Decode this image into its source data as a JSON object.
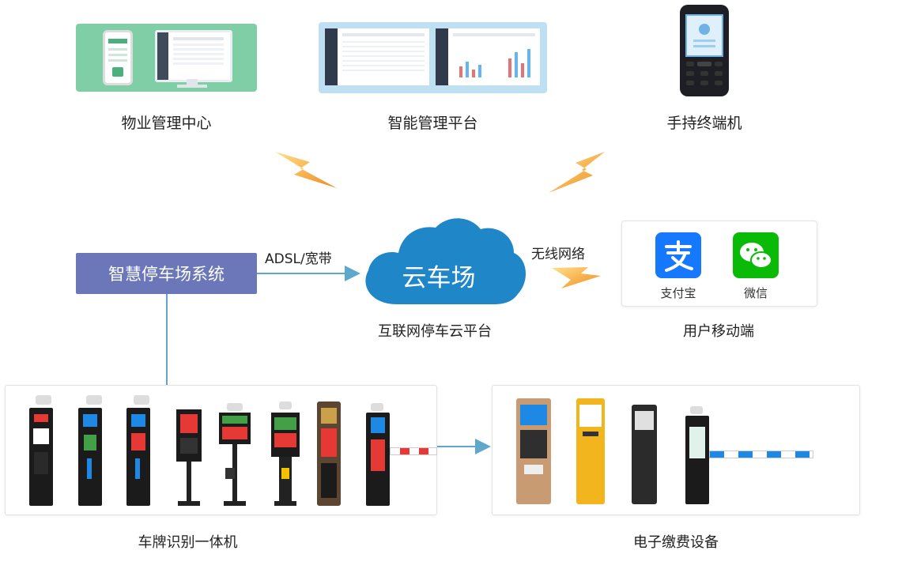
{
  "nodes": {
    "property_center": {
      "label": "物业管理中心"
    },
    "smart_platform": {
      "label": "智能管理平台"
    },
    "handheld": {
      "label": "手持终端机"
    },
    "parking_system": {
      "label": "智慧停车场系统"
    },
    "cloud": {
      "text": "云车场",
      "caption": "互联网停车云平台"
    },
    "mobile": {
      "label": "用户移动端",
      "apps": [
        {
          "name": "支付宝",
          "color": "#1677ff"
        },
        {
          "name": "微信",
          "color": "#09bb07"
        }
      ]
    },
    "lpr": {
      "label": "车牌识别一体机"
    },
    "payment": {
      "label": "电子缴费设备"
    }
  },
  "edges": {
    "adsl": {
      "label": "ADSL/宽带"
    },
    "wireless": {
      "label": "无线网络"
    }
  },
  "colors": {
    "accent": "#6b77b8",
    "cloud": "#1f86c8",
    "line": "#5ea8cc",
    "lightning": "#f2a53a"
  }
}
